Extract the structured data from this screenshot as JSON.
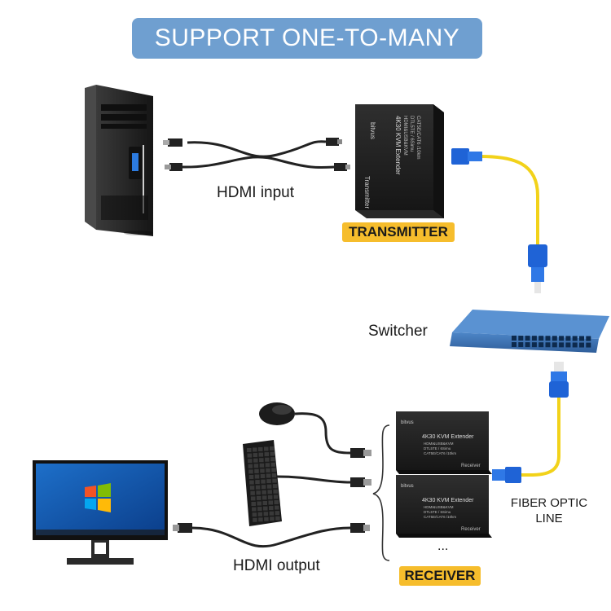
{
  "title": "SUPPORT ONE-TO-MANY",
  "labels": {
    "hdmi_input": "HDMI input",
    "transmitter": "TRANSMITTER",
    "switcher": "Switcher",
    "hdmi_output": "HDMI output",
    "receiver": "RECEIVER",
    "fiber_line_1": "FIBER OPTIC",
    "fiber_line_2": "LINE",
    "ellipsis": "..."
  },
  "transmitter_device": {
    "brand": "bitvus",
    "model": "4K30 KVM Extender",
    "line1": "HDMI&USB&KVM",
    "line2": "DTL5TE / 6Simu",
    "line3": "CAT5E/CAT6 /10km",
    "role": "Transmitter"
  },
  "receiver_devices": [
    {
      "brand": "bitvus",
      "model": "4K30 KVM Extender",
      "line1": "HDMI&USB&KVM",
      "line2": "DTL5TE / 6Simu",
      "line3": "CAT5E/CAT6 /10km",
      "role": "Receiver"
    },
    {
      "brand": "bitvus",
      "model": "4K30 KVM Extender",
      "line1": "HDMI&USB&KVM",
      "line2": "DTL5TE / 6Simu",
      "line3": "CAT5E/CAT6 /10km",
      "role": "Receiver"
    }
  ],
  "colors": {
    "banner": "#6f9fd0",
    "tag": "#f6bd2c",
    "fiber": "#f2d21a",
    "connector": "#1f63d6",
    "switch": "#3a6fb0"
  }
}
